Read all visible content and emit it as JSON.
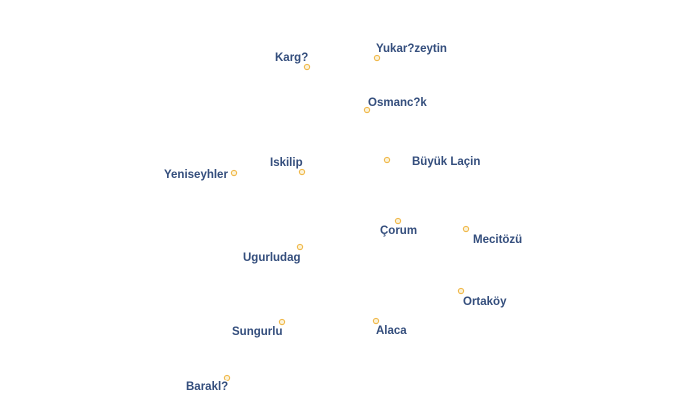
{
  "map": {
    "colors": {
      "background": "#ffffff",
      "marker_fill": "#fbf3d9",
      "marker_stroke": "#f0b84a",
      "label_fill": "#334d7c",
      "label_halo": "#ffffff"
    },
    "places": [
      {
        "name": "Karg?"
      },
      {
        "name": "Yukar?zeytin"
      },
      {
        "name": "Osmanc?k"
      },
      {
        "name": "Iskilip"
      },
      {
        "name": "Büyük Laçin"
      },
      {
        "name": "Yeniseyhler"
      },
      {
        "name": "Çorum"
      },
      {
        "name": "Mecitözü"
      },
      {
        "name": "Ugurludag"
      },
      {
        "name": "Ortaköy"
      },
      {
        "name": "Sungurlu"
      },
      {
        "name": "Alaca"
      },
      {
        "name": "Barakl?"
      }
    ]
  }
}
